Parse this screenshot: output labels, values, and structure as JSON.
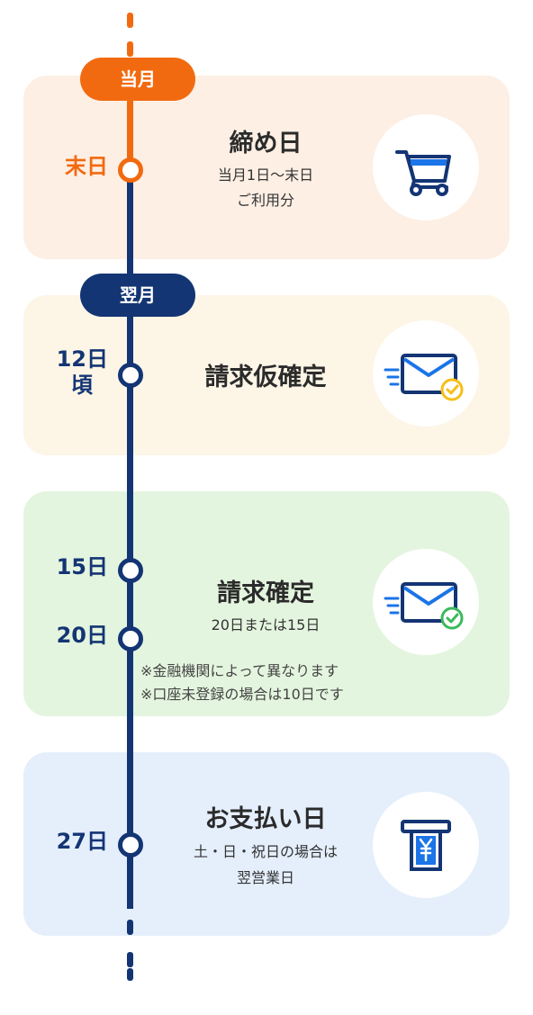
{
  "stages": [
    {
      "pill": "当月",
      "dates": [
        "末日"
      ],
      "title": "締め日",
      "subtitle_lines": [
        "当月1日〜末日",
        "ご利用分"
      ],
      "icon": "shopping-cart-icon",
      "accent": "#f26a10",
      "card_color": "#fdefe4"
    },
    {
      "pill": "翌月",
      "dates": [
        "12日",
        "頃"
      ],
      "title": "請求仮確定",
      "icon": "email-pending-icon",
      "badge_color": "#f5bf18",
      "card_color": "#fdf5e6"
    },
    {
      "dates": [
        "15日",
        "20日"
      ],
      "title": "請求確定",
      "subtitle_lines": [
        "20日または15日"
      ],
      "notes": [
        "※金融機関によって異なります",
        "※口座未登録の場合は10日です"
      ],
      "icon": "email-confirmed-icon",
      "badge_color": "#3cb95c",
      "card_color": "#e4f5df"
    },
    {
      "dates": [
        "27日"
      ],
      "title": "お支払い日",
      "subtitle_lines": [
        "土・日・祝日の場合は",
        "翌営業日"
      ],
      "icon": "yen-withdrawal-icon",
      "card_color": "#e5effc"
    }
  ],
  "colors": {
    "navy": "#143574",
    "orange": "#f26a10",
    "icon_blue": "#1b74e8"
  }
}
